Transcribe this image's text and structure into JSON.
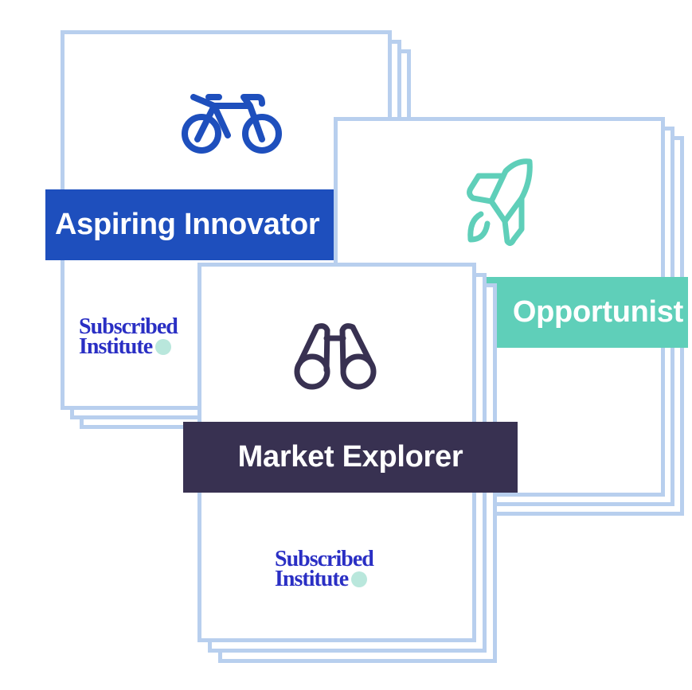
{
  "cards": [
    {
      "title": "Aspiring Innovator",
      "icon": "bicycle-icon",
      "color": "#1e4fbd",
      "logo_line1": "Subscribed",
      "logo_line2": "Institute"
    },
    {
      "title": "Opportunist",
      "icon": "rocket-icon",
      "color": "#5fcfb9"
    },
    {
      "title": "Market Explorer",
      "icon": "binoculars-icon",
      "color": "#383151",
      "logo_line1": "Subscribed",
      "logo_line2": "Institute"
    }
  ]
}
